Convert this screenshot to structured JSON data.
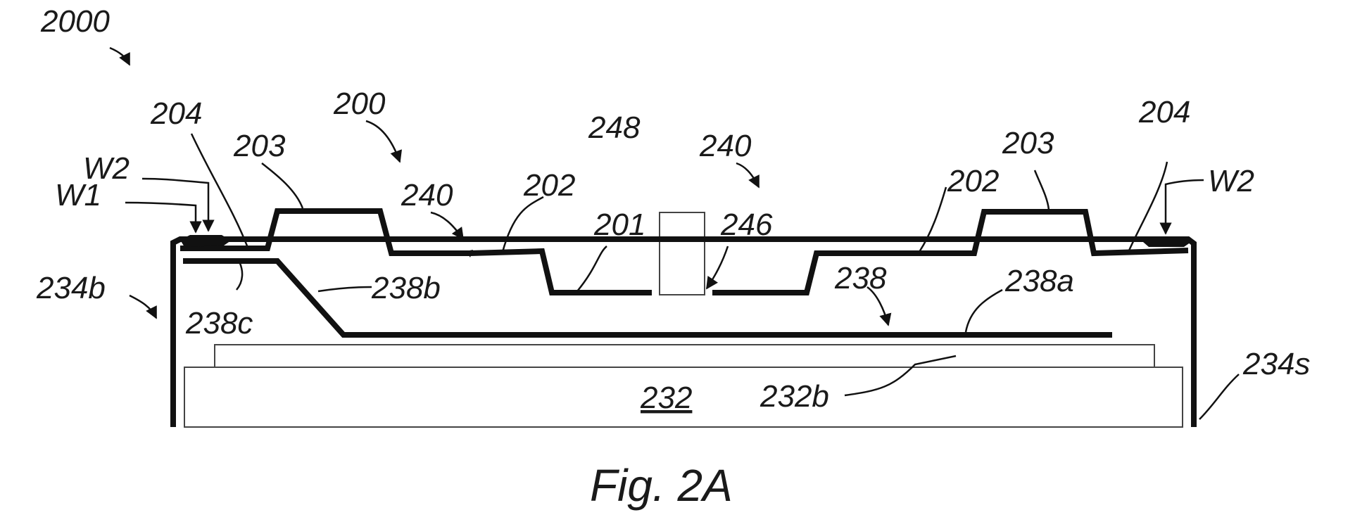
{
  "labels": {
    "l2000": "2000",
    "l200": "200",
    "l204_left": "204",
    "l204_right": "204",
    "l203_left": "203",
    "l203_right": "203",
    "l240_left": "240",
    "l240_right": "240",
    "l202_left": "202",
    "l202_right": "202",
    "l248": "248",
    "l201": "201",
    "l246": "246",
    "lW2_left": "W2",
    "lW1": "W1",
    "lW2_right": "W2",
    "l234b": "234b",
    "l238c": "238c",
    "l238b": "238b",
    "l238": "238",
    "l238a": "238a",
    "l232": "232",
    "l232b": "232b",
    "l234s": "234s"
  },
  "caption": "Fig. 2A"
}
